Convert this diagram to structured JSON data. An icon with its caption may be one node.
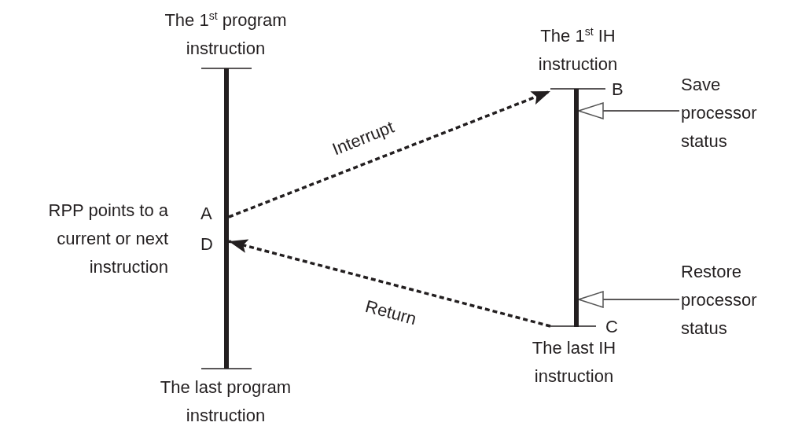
{
  "diagram": {
    "nodes": [
      {
        "text": [],
        "shape": "bar"
      },
      {
        "text": [],
        "shape": "bar"
      },
      {
        "text": [
          "Save processor status"
        ]
      },
      {
        "text": [
          "Restore processor status"
        ]
      }
    ],
    "edges": [
      {
        "from": 0,
        "to": 1,
        "arrow": "to",
        "label": "Interrupt",
        "style": "dashed"
      },
      {
        "from": 1,
        "to": 0,
        "arrow": "to",
        "label": "Return",
        "style": "dashed"
      },
      {
        "from": 2,
        "to": 1,
        "arrow": "to"
      },
      {
        "from": 3,
        "to": 1,
        "arrow": "to"
      }
    ],
    "labels": [
      "The 1$^{st}$ program instruction",
      "The 1$^{st}$ IH instruction",
      "B",
      "A",
      "RPP points to a current or next instruction",
      "D",
      "C",
      "The last IH instruction",
      "The last program instruction"
    ]
  }
}
